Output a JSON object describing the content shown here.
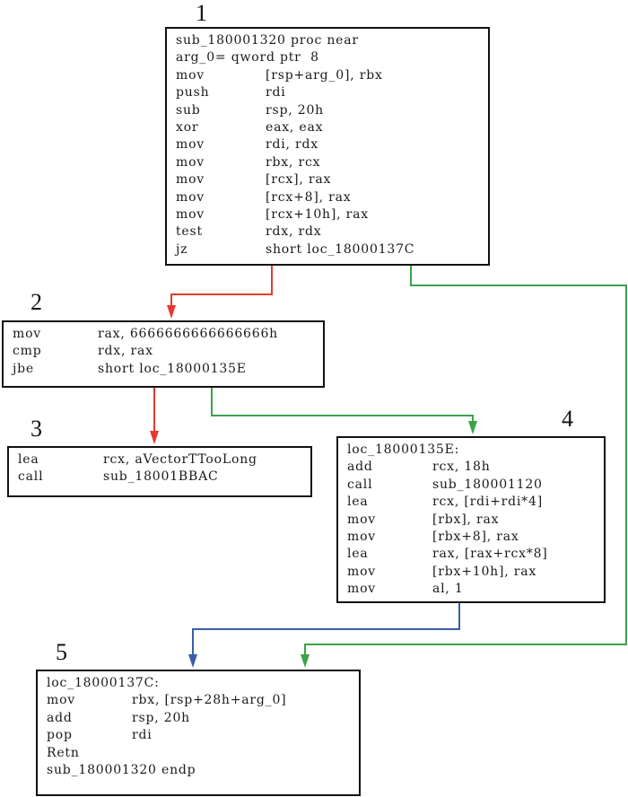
{
  "diagram": {
    "title": "",
    "colors": {
      "true_edge": "#3aa34a",
      "false_edge": "#e8392f",
      "unconditional_edge": "#3a5fa8",
      "block_border": "#111111"
    },
    "blocks": [
      {
        "id": "1",
        "label": "1",
        "lines": [
          {
            "full": "sub_180001320 proc near"
          },
          {
            "full": "arg_0= qword ptr  8"
          },
          {
            "mnemonic": "mov",
            "operands": "[rsp+arg_0], rbx"
          },
          {
            "mnemonic": "push",
            "operands": "rdi"
          },
          {
            "mnemonic": "sub",
            "operands": "rsp, 20h"
          },
          {
            "mnemonic": "xor",
            "operands": "eax, eax"
          },
          {
            "mnemonic": "mov",
            "operands": "rdi, rdx"
          },
          {
            "mnemonic": "mov",
            "operands": "rbx, rcx"
          },
          {
            "mnemonic": "mov",
            "operands": "[rcx], rax"
          },
          {
            "mnemonic": "mov",
            "operands": "[rcx+8], rax"
          },
          {
            "mnemonic": "mov",
            "operands": "[rcx+10h], rax"
          },
          {
            "mnemonic": "test",
            "operands": "rdx, rdx"
          },
          {
            "mnemonic": "jz",
            "operands": "short loc_18000137C"
          }
        ]
      },
      {
        "id": "2",
        "label": "2",
        "lines": [
          {
            "mnemonic": "mov",
            "operands": "rax, 6666666666666666h"
          },
          {
            "mnemonic": "cmp",
            "operands": "rdx, rax"
          },
          {
            "mnemonic": "jbe",
            "operands": "short loc_18000135E"
          }
        ]
      },
      {
        "id": "3",
        "label": "3",
        "lines": [
          {
            "mnemonic": "lea",
            "operands": "rcx, aVectorTTooLong"
          },
          {
            "mnemonic": "call",
            "operands": "sub_18001BBAC"
          }
        ]
      },
      {
        "id": "4",
        "label": "4",
        "lines": [
          {
            "full": "loc_18000135E:"
          },
          {
            "mnemonic": "add",
            "operands": "rcx, 18h"
          },
          {
            "mnemonic": "call",
            "operands": "sub_180001120"
          },
          {
            "mnemonic": "lea",
            "operands": "rcx, [rdi+rdi*4]"
          },
          {
            "mnemonic": "mov",
            "operands": "[rbx], rax"
          },
          {
            "mnemonic": "mov",
            "operands": "[rbx+8], rax"
          },
          {
            "mnemonic": "lea",
            "operands": "rax, [rax+rcx*8]"
          },
          {
            "mnemonic": "mov",
            "operands": "[rbx+10h], rax"
          },
          {
            "mnemonic": "mov",
            "operands": "al, 1"
          }
        ]
      },
      {
        "id": "5",
        "label": "5",
        "lines": [
          {
            "full": "loc_18000137C:"
          },
          {
            "mnemonic": "mov",
            "operands": "rbx, [rsp+28h+arg_0]"
          },
          {
            "mnemonic": "add",
            "operands": "rsp, 20h"
          },
          {
            "mnemonic": "pop",
            "operands": "rdi"
          },
          {
            "full": "Retn"
          },
          {
            "full": "sub_180001320 endp"
          }
        ]
      }
    ],
    "edges": [
      {
        "from": "1",
        "to": "2",
        "type": "false_edge"
      },
      {
        "from": "1",
        "to": "5",
        "type": "true_edge"
      },
      {
        "from": "2",
        "to": "3",
        "type": "false_edge"
      },
      {
        "from": "2",
        "to": "4",
        "type": "true_edge"
      },
      {
        "from": "4",
        "to": "5",
        "type": "unconditional_edge"
      }
    ]
  }
}
